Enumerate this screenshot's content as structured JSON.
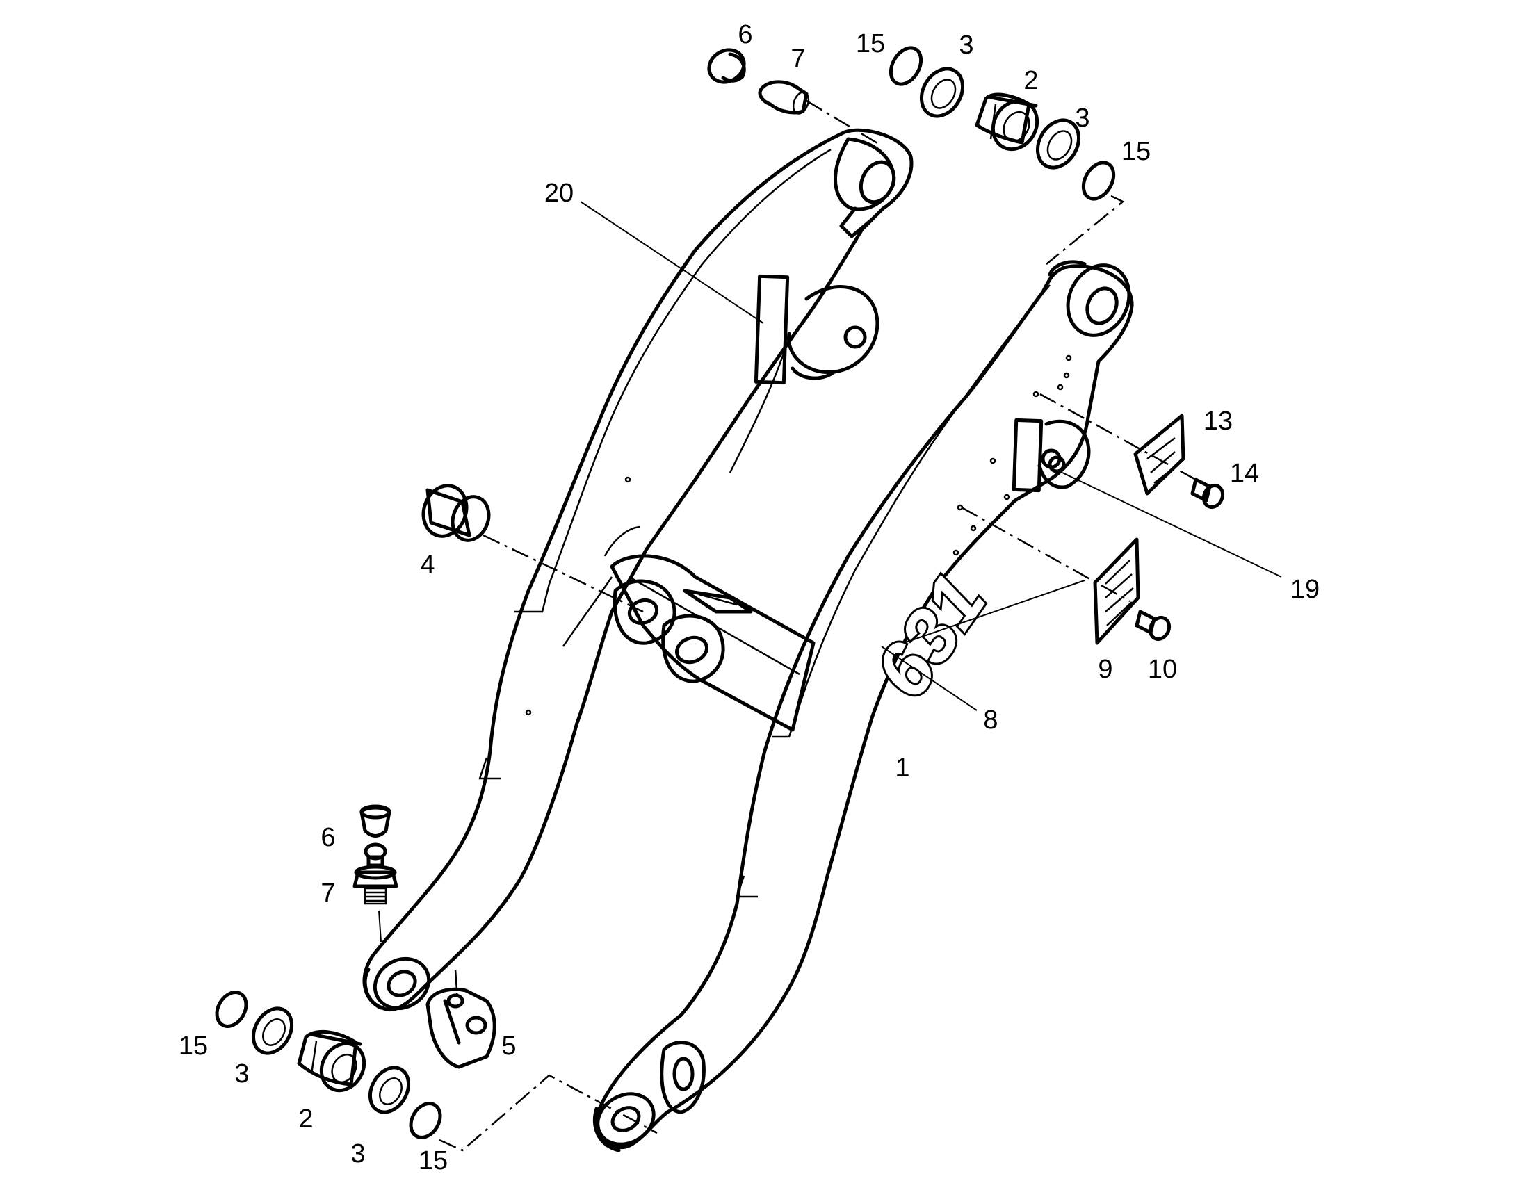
{
  "model_marking": "631",
  "callouts": {
    "c1": "1",
    "c2_top": "2",
    "c2_bottom": "2",
    "c3_top_a": "3",
    "c3_top_b": "3",
    "c3_bottom_a": "3",
    "c3_bottom_b": "3",
    "c4": "4",
    "c5": "5",
    "c6_top": "6",
    "c6_bottom": "6",
    "c7_top": "7",
    "c7_bottom": "7",
    "c8": "8",
    "c9": "9",
    "c10": "10",
    "c13": "13",
    "c14": "14",
    "c15_top_a": "15",
    "c15_top_b": "15",
    "c15_bottom_a": "15",
    "c15_bottom_b": "15",
    "c19": "19",
    "c20": "20"
  }
}
